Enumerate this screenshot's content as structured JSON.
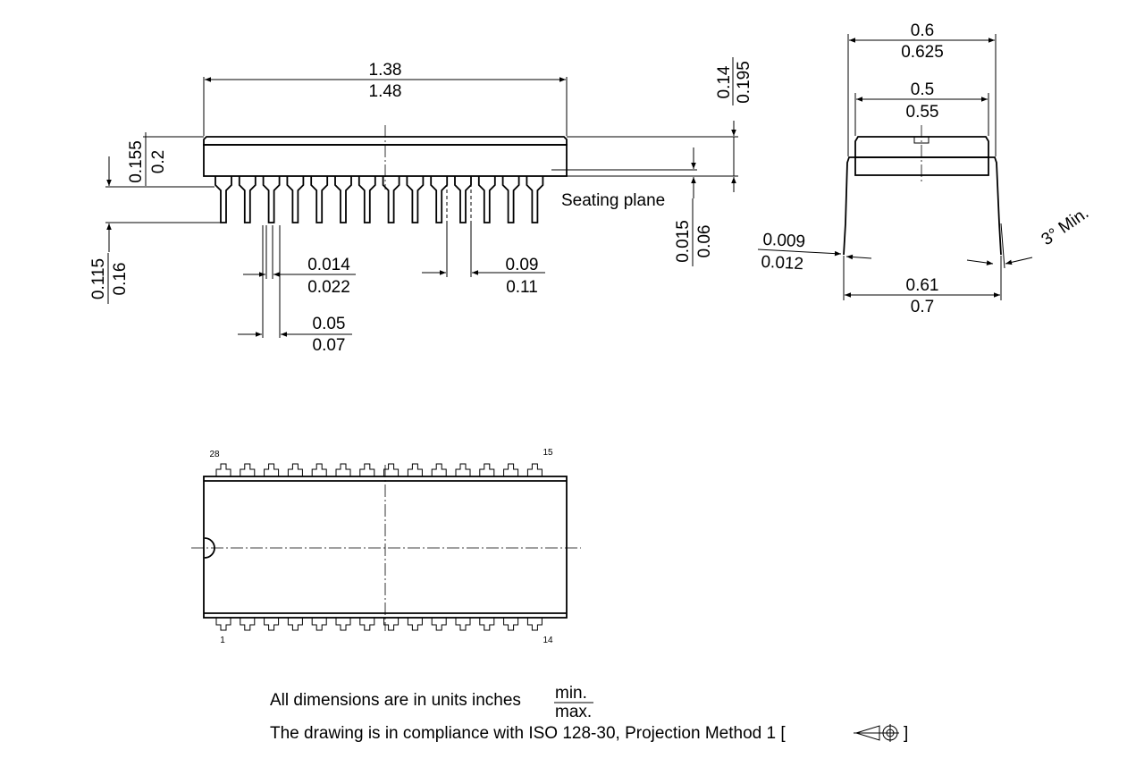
{
  "dimensions": {
    "body_length": {
      "min": "1.38",
      "max": "1.48"
    },
    "body_height": {
      "min": "0.14",
      "max": "0.195"
    },
    "top_height": {
      "min": "0.155",
      "max": "0.2"
    },
    "lead_length": {
      "min": "0.115",
      "max": "0.16"
    },
    "lead_width": {
      "min": "0.014",
      "max": "0.022"
    },
    "lead_pitch": {
      "min": "0.09",
      "max": "0.11"
    },
    "shoulder_width": {
      "min": "0.05",
      "max": "0.07"
    },
    "standoff": {
      "min": "0.015",
      "max": "0.06"
    },
    "row_spacing": {
      "min": "0.6",
      "max": "0.625"
    },
    "body_width": {
      "min": "0.5",
      "max": "0.55"
    },
    "lead_thickness": {
      "min": "0.009",
      "max": "0.012"
    },
    "lead_span": {
      "min": "0.61",
      "max": "0.7"
    }
  },
  "labels": {
    "seating_plane": "Seating plane",
    "angle": "3° Min."
  },
  "pins": {
    "top_left": "28",
    "top_right": "15",
    "bottom_left": "1",
    "bottom_right": "14"
  },
  "notes": {
    "units_prefix": "All dimensions are in units inches",
    "units_min": "min.",
    "units_max": "max.",
    "compliance_prefix": "The drawing is in compliance with ISO 128-30, Projection Method 1 [",
    "compliance_suffix": "]"
  }
}
